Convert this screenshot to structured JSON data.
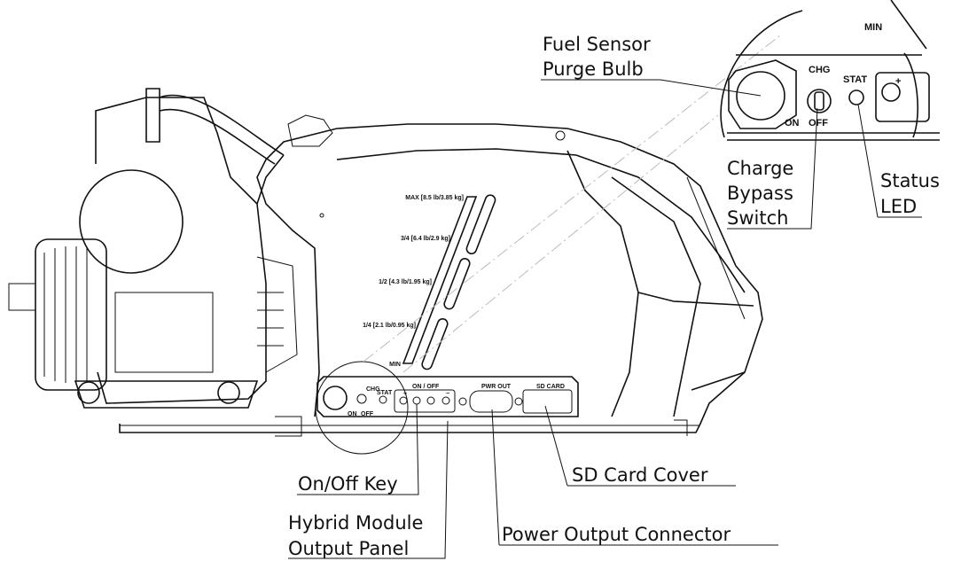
{
  "callouts": {
    "fuel_sensor": [
      "Fuel Sensor",
      "Purge Bulb"
    ],
    "charge_bypass": [
      "Charge",
      "Bypass",
      "Switch"
    ],
    "status_led": [
      "Status",
      "LED"
    ],
    "on_off_key": "On/Off Key",
    "hybrid_module": [
      "Hybrid Module",
      "Output Panel"
    ],
    "power_output": "Power Output Connector",
    "sd_card": "SD Card Cover"
  },
  "fuel_gauge": {
    "max": "MAX [8.5 lb/3.85 kg]",
    "three_quarter": "3/4 [6.4 lb/2.9 kg]",
    "half": "1/2 [4.3 lb/1.95 kg]",
    "quarter": "1/4 [2.1 lb/0.95 kg]",
    "min": "MIN"
  },
  "panel": {
    "chg": "CHG",
    "on": "ON",
    "off": "OFF",
    "stat": "STAT",
    "on_off": "ON / OFF",
    "plus": "+",
    "minus": "−",
    "pwr_out": "PWR OUT",
    "sd_card": "SD CARD"
  },
  "detail": {
    "chg": "CHG",
    "on": "ON",
    "off": "OFF",
    "stat": "STAT",
    "plus": "+",
    "min": "MIN"
  }
}
